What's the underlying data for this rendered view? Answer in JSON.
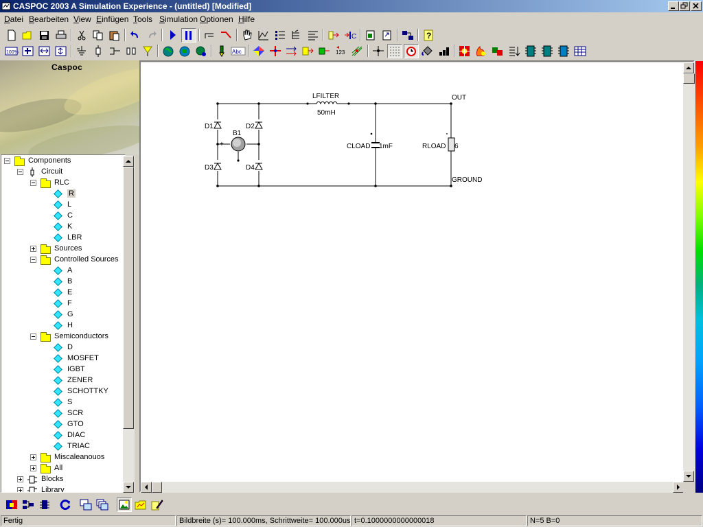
{
  "window": {
    "title": "CASPOC 2003 A Simulation Experience - (untitled) [Modified]"
  },
  "menu": [
    {
      "label": "Datei",
      "u": "D"
    },
    {
      "label": "Bearbeiten",
      "u": "B"
    },
    {
      "label": "View",
      "u": "V"
    },
    {
      "label": "Einfügen",
      "u": "E"
    },
    {
      "label": "Tools",
      "u": "T"
    },
    {
      "label": "Simulation",
      "u": "S"
    },
    {
      "label": "Optionen",
      "u": "O"
    },
    {
      "label": "Hilfe",
      "u": "H"
    }
  ],
  "toolbar": {
    "zoom_label": "100%",
    "abc_label": "Abc",
    "counter_label": "123"
  },
  "sidebar": {
    "banner_title": "Caspoc",
    "tree": {
      "root": "Components",
      "circuit": "Circuit",
      "rlc": {
        "label": "RLC",
        "items": [
          "R",
          "L",
          "C",
          "K",
          "LBR"
        ]
      },
      "sources": "Sources",
      "controlled": {
        "label": "Controlled Sources",
        "items": [
          "A",
          "B",
          "E",
          "F",
          "G",
          "H"
        ]
      },
      "semis": {
        "label": "Semiconductors",
        "items": [
          "D",
          "MOSFET",
          "IGBT",
          "ZENER",
          "SCHOTTKY",
          "S",
          "SCR",
          "GTO",
          "DIAC",
          "TRIAC"
        ]
      },
      "misc": "Miscaleanouos",
      "all": "All",
      "blocks": "Blocks",
      "library": "Library"
    }
  },
  "circuit": {
    "inductor_name": "LFILTER",
    "inductor_value": "50mH",
    "node_out": "OUT",
    "node_ground": "GROUND",
    "diodes": [
      "D1",
      "D2",
      "D3",
      "D4"
    ],
    "source_name": "B1",
    "plus": "+",
    "minus": "-",
    "cap_name": "CLOAD",
    "cap_value": "1mF",
    "res_name": "RLOAD",
    "res_value": "6"
  },
  "status": {
    "ready": "Fertig",
    "step_info": "Bildbreite (s)= 100.000ms, Schrittweite= 100.000us",
    "time": "t=0.1000000000000018",
    "counts": "N=5 B=0"
  },
  "colors": {
    "title_gradient_start": "#0a246a",
    "title_gradient_end": "#a6caf0",
    "face": "#d4d0c8",
    "tree_icon": "#33e6ff",
    "folder": "#ffff00"
  }
}
